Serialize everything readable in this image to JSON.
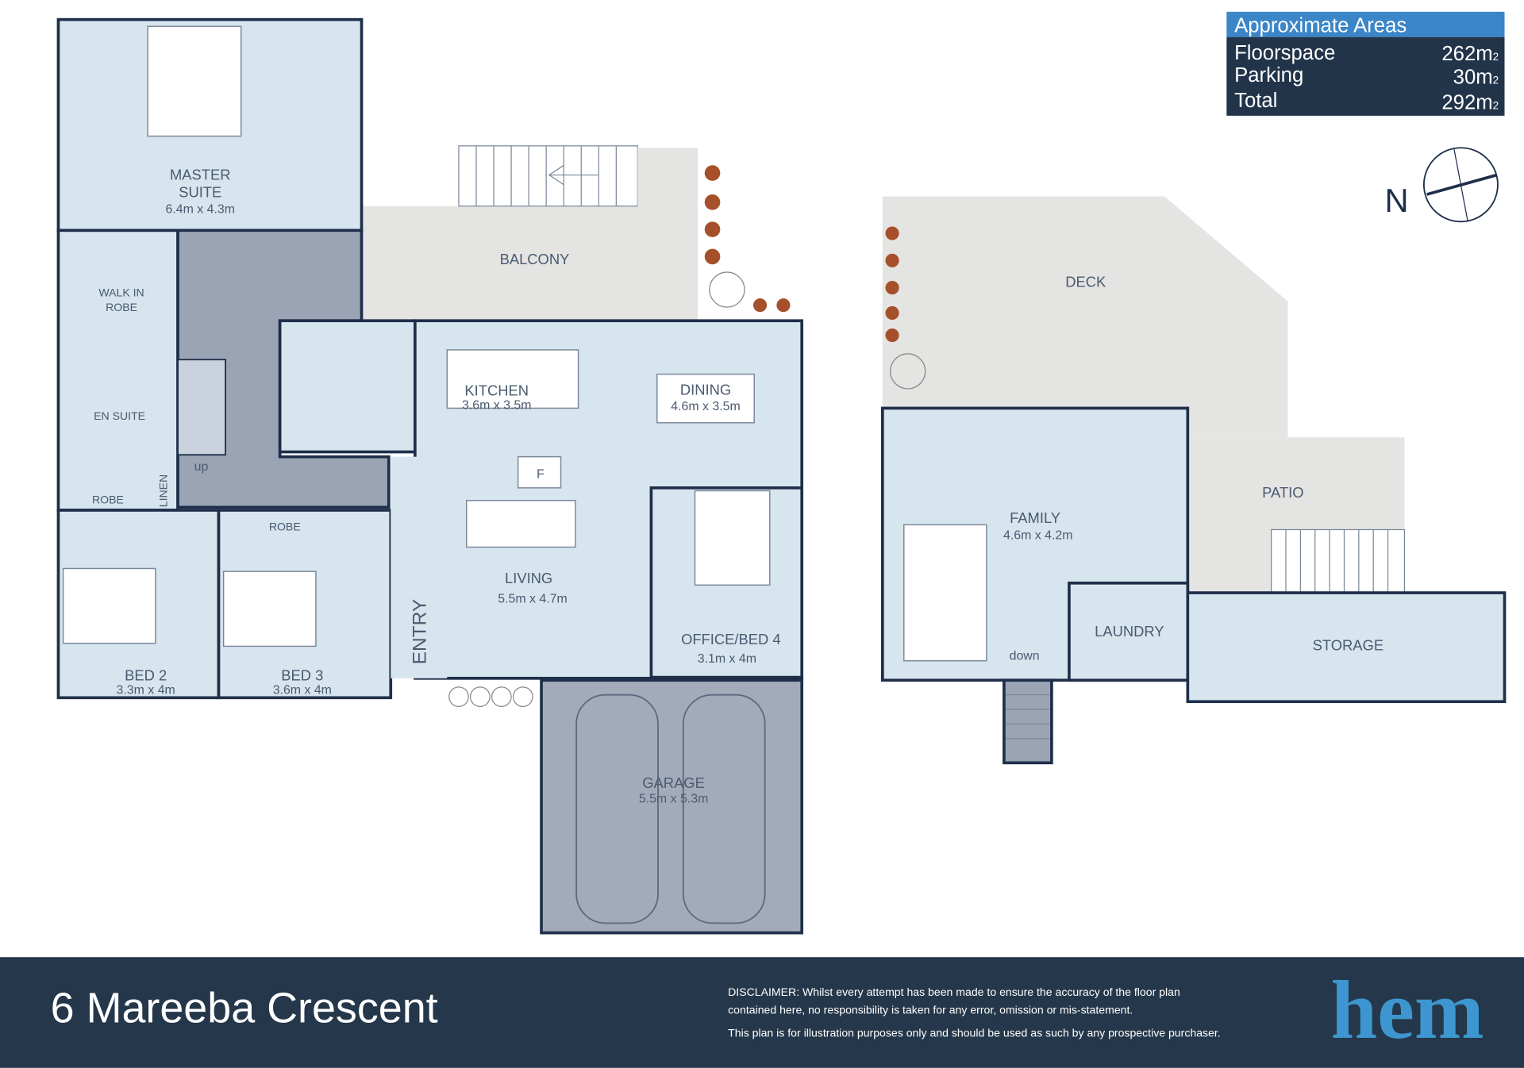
{
  "areas": {
    "title": "Approximate Areas",
    "rows": [
      {
        "label": "Floorspace",
        "value": "262m",
        "unit": "2"
      },
      {
        "label": "Parking",
        "value": "30m",
        "unit": "2"
      },
      {
        "label": "Total",
        "value": "292m",
        "unit": "2"
      }
    ]
  },
  "compass": {
    "label": "N"
  },
  "rooms": {
    "master": {
      "name1": "MASTER",
      "name2": "SUITE",
      "dims": "6.4m x 4.3m"
    },
    "walkin": {
      "name1": "WALK IN",
      "name2": "ROBE"
    },
    "ensuite": {
      "name": "EN SUITE"
    },
    "robe1": {
      "name": "ROBE"
    },
    "robe2": {
      "name": "ROBE"
    },
    "linen": {
      "name": "LINEN"
    },
    "up": {
      "name": "up"
    },
    "balcony": {
      "name": "BALCONY"
    },
    "kitchen": {
      "name": "KITCHEN",
      "dims": "3.6m x 3.5m"
    },
    "fridge": {
      "name": "F"
    },
    "dining": {
      "name": "DINING",
      "dims": "4.6m x 3.5m"
    },
    "living": {
      "name": "LIVING",
      "dims": "5.5m x 4.7m"
    },
    "office": {
      "name": "OFFICE/BED 4",
      "dims": "3.1m x 4m"
    },
    "bed2": {
      "name": "BED 2",
      "dims": "3.3m x 4m"
    },
    "bed3": {
      "name": "BED 3",
      "dims": "3.6m x 4m"
    },
    "entry": {
      "name": "ENTRY"
    },
    "garage": {
      "name": "GARAGE",
      "dims": "5.5m x 5.3m"
    },
    "deck": {
      "name": "DECK"
    },
    "patio": {
      "name": "PATIO"
    },
    "family": {
      "name": "FAMILY",
      "dims": "4.6m x 4.2m"
    },
    "laundry": {
      "name": "LAUNDRY"
    },
    "storage": {
      "name": "STORAGE"
    },
    "down": {
      "name": "down"
    }
  },
  "footer": {
    "address": "6 Mareeba Crescent",
    "disclaimer1": "DISCLAIMER: Whilst every attempt has been made to ensure the accuracy of the floor plan",
    "disclaimer2": "contained here, no responsibility is taken for any error, omission or mis-statement.",
    "disclaimer3": "This plan is for illustration purposes only and should be used as such by any prospective purchaser.",
    "logo": "hem",
    "logo_color": "#3d96cf",
    "bg_color": "#25374a"
  }
}
